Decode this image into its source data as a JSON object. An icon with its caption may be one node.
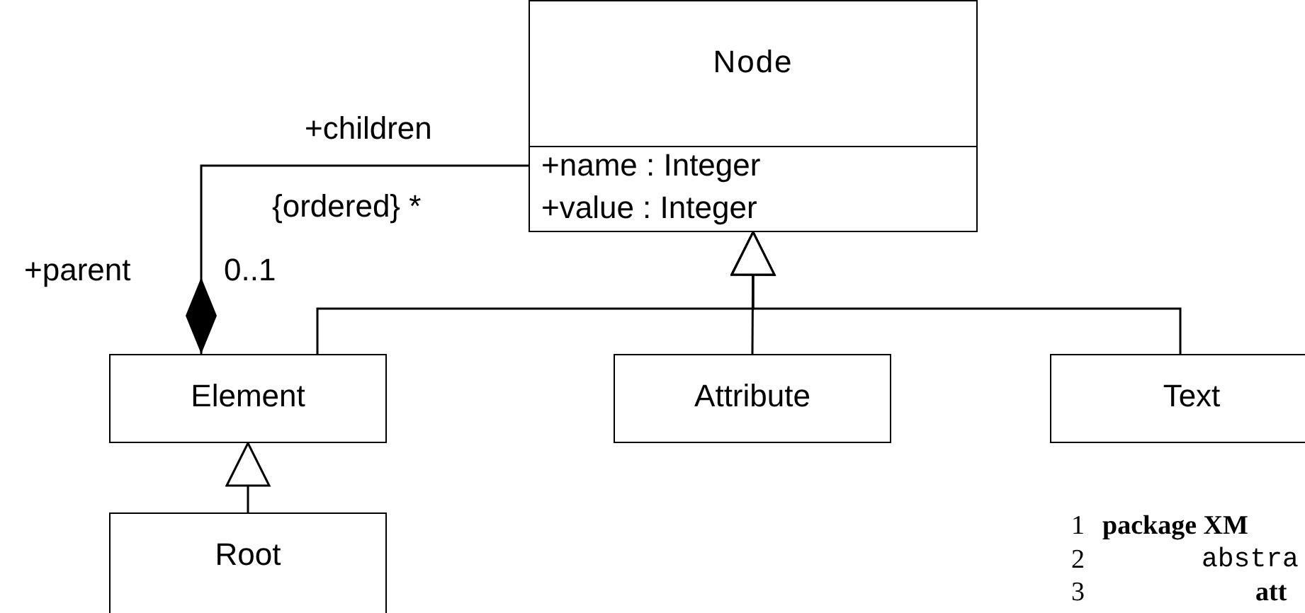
{
  "diagram": {
    "nodes": [
      {
        "text": [
          "Node",
          "+name : Integer",
          "+value : Integer"
        ]
      },
      {
        "text": [
          "Element"
        ]
      },
      {
        "text": [
          "Attribute"
        ]
      },
      {
        "text": [
          "Text"
        ]
      },
      {
        "text": [
          "Root"
        ]
      }
    ],
    "edges": [
      {
        "from": 1,
        "to": 0,
        "arrow": "to"
      },
      {
        "from": 2,
        "to": 0,
        "arrow": "to"
      },
      {
        "from": 3,
        "to": 0,
        "arrow": "to"
      },
      {
        "from": 4,
        "to": 1,
        "arrow": "to"
      },
      {
        "from": 0,
        "to": 1,
        "arrow": "other"
      }
    ],
    "labels": [
      "+children",
      "{ordered} *",
      "+parent",
      "0..1",
      "1",
      "package XM",
      "2",
      "abstra",
      "3",
      "att"
    ]
  }
}
